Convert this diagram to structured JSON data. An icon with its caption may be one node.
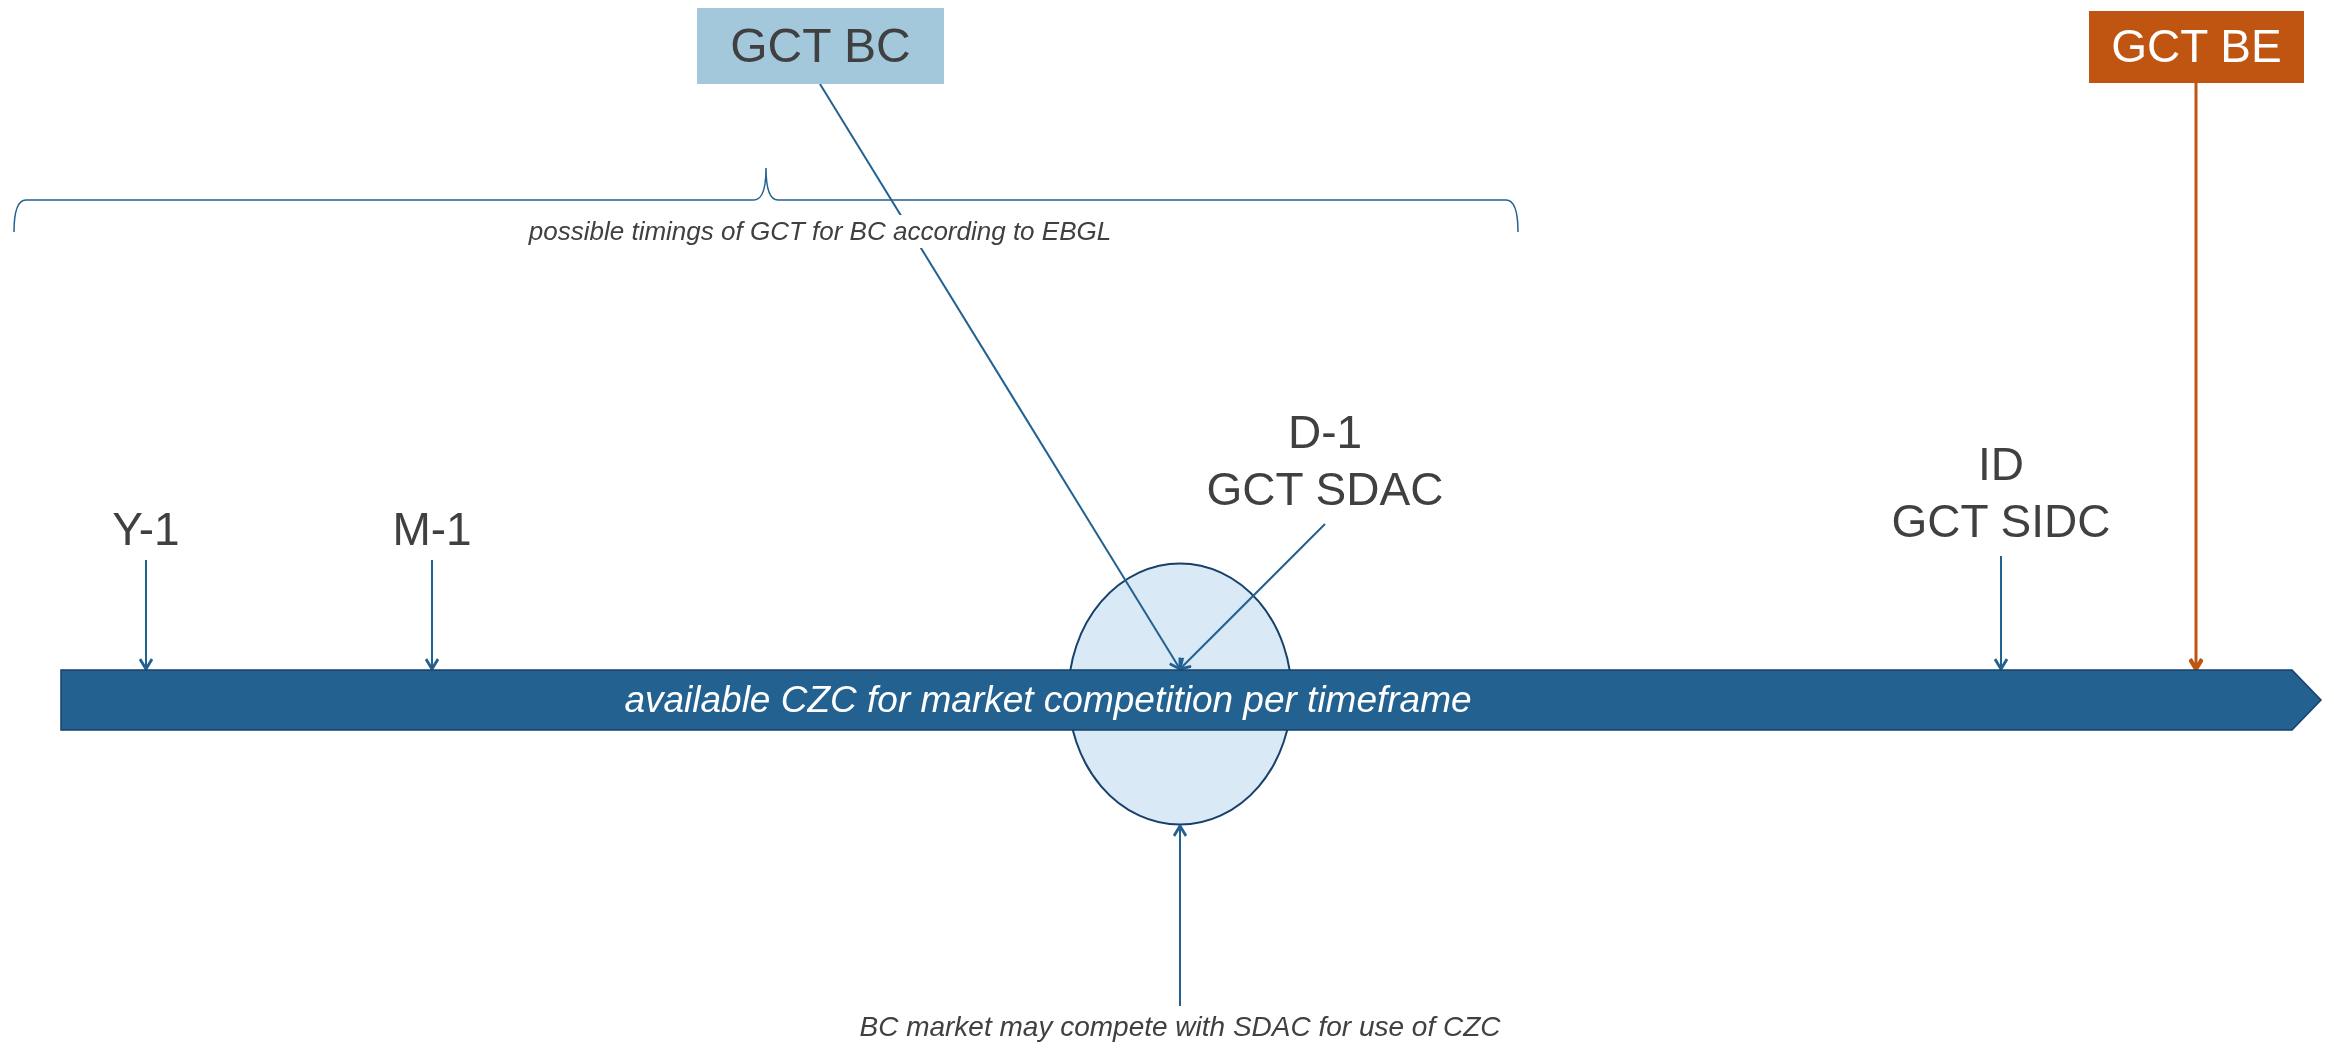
{
  "diagram": {
    "nodes": [
      {
        "text": [
          "GCT BC"
        ]
      },
      {
        "text": [
          "GCT BE"
        ]
      },
      {
        "text": [
          "D-1",
          "GCT SDAC"
        ]
      },
      {
        "text": [
          "Y-1"
        ]
      },
      {
        "text": [
          "M-1"
        ]
      },
      {
        "text": [
          "ID",
          "GCT SIDC"
        ]
      },
      {
        "text": [],
        "shape": "circle"
      },
      {
        "text": [
          "available CZC for market competition per timeframe"
        ]
      },
      {
        "text": [
          "BC market may compete with SDAC for use of CZC"
        ]
      }
    ],
    "edges": [
      {
        "from": 0,
        "to": 6,
        "arrow": "to"
      },
      {
        "from": 2,
        "to": 6,
        "arrow": "to"
      },
      {
        "from": 3,
        "to": 7,
        "arrow": "to"
      },
      {
        "from": 4,
        "to": 7,
        "arrow": "to"
      },
      {
        "from": 5,
        "to": 7,
        "arrow": "to"
      },
      {
        "from": 1,
        "to": 7,
        "arrow": "to",
        "color": "#bf5510"
      },
      {
        "from": 8,
        "to": 6,
        "arrow": "to"
      }
    ],
    "labels": [
      "possible timings of GCT for BC according to EBGL"
    ]
  }
}
